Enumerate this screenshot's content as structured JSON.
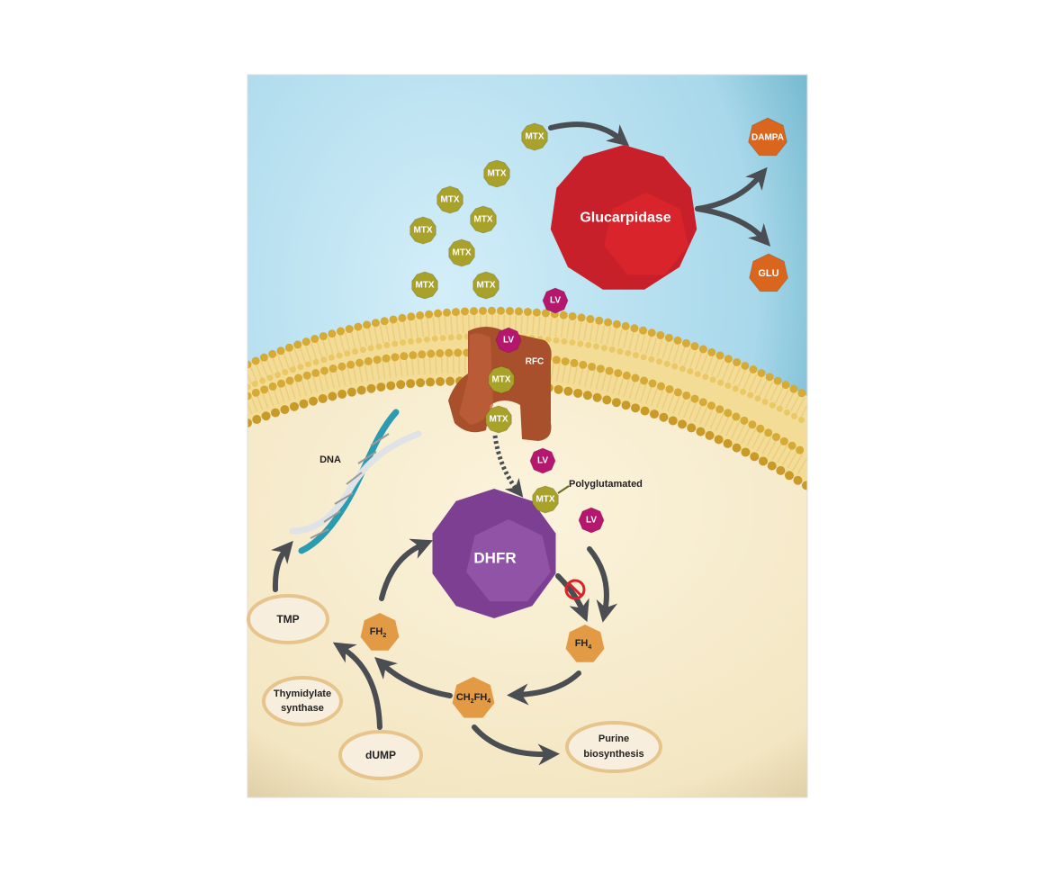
{
  "labels": {
    "mtx": "MTX",
    "lv": "LV",
    "glucarpidase": "Glucarpidase",
    "dampa": "DAMPA",
    "glu": "GLU",
    "rfc": "RFC",
    "polyglutamated": "Polyglutamated",
    "dhfr": "DHFR",
    "dna": "DNA",
    "fh2": "FH",
    "fh2_sub": "2",
    "fh4": "FH",
    "fh4_sub": "4",
    "ch2fh4_a": "CH",
    "ch2fh4_sub1": "2",
    "ch2fh4_b": "FH",
    "ch2fh4_sub2": "4",
    "tmp": "TMP",
    "thymidylate_1": "Thymidylate",
    "thymidylate_2": "synthase",
    "dump": "dUMP",
    "purine_1": "Purine",
    "purine_2": "biosynthesis"
  },
  "colors": {
    "mtx": "#a8a22a",
    "lv": "#b5166e",
    "glucarpidase": "#c8202a",
    "dhfr": "#8a4a9e",
    "product": "#d9661c",
    "folate": "#e8a250",
    "rfc": "#a8502c",
    "extracellular": "#bfe3f2",
    "cytoplasm": "#f7edd2"
  }
}
